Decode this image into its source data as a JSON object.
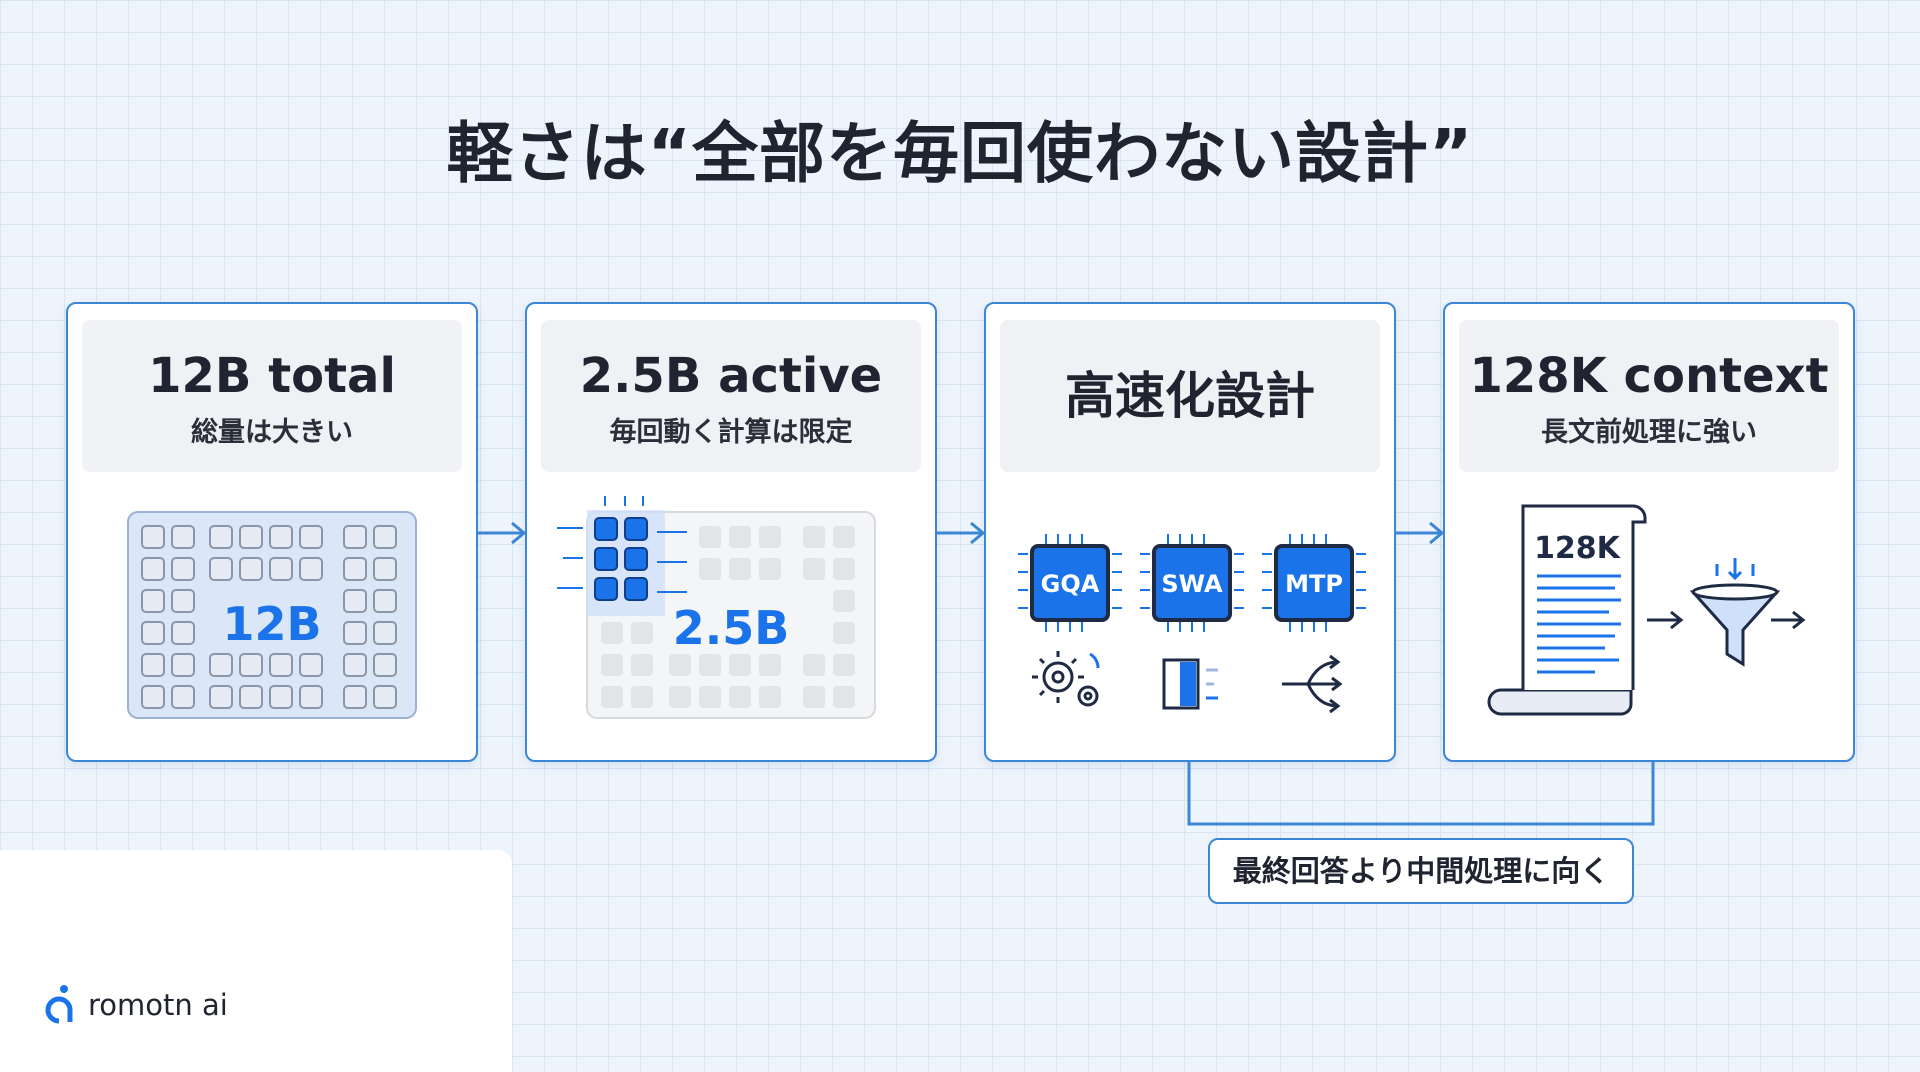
{
  "title": "軽さは“全部を毎回使わない設計”",
  "cards": [
    {
      "main": "12B total",
      "sub": "総量は大きい",
      "art_label": "12B"
    },
    {
      "main": "2.5B active",
      "sub": "毎回動く計算は限定",
      "art_label": "2.5B"
    },
    {
      "main": "高速化設計",
      "chips": [
        "GQA",
        "SWA",
        "MTP"
      ]
    },
    {
      "main": "128K context",
      "sub": "長文前処理に強い",
      "art_label": "128K"
    }
  ],
  "note": "最終回答より中間処理に向く",
  "logo": "romotn ai",
  "icons": [
    "gears-icon",
    "window-sidebar-icon",
    "fork-arrow-icon",
    "document-scroll-icon",
    "funnel-icon"
  ],
  "colors": {
    "accent": "#1a73e8",
    "border": "#3b86d6",
    "text": "#1f2430",
    "panel": "#f0f1f4"
  }
}
